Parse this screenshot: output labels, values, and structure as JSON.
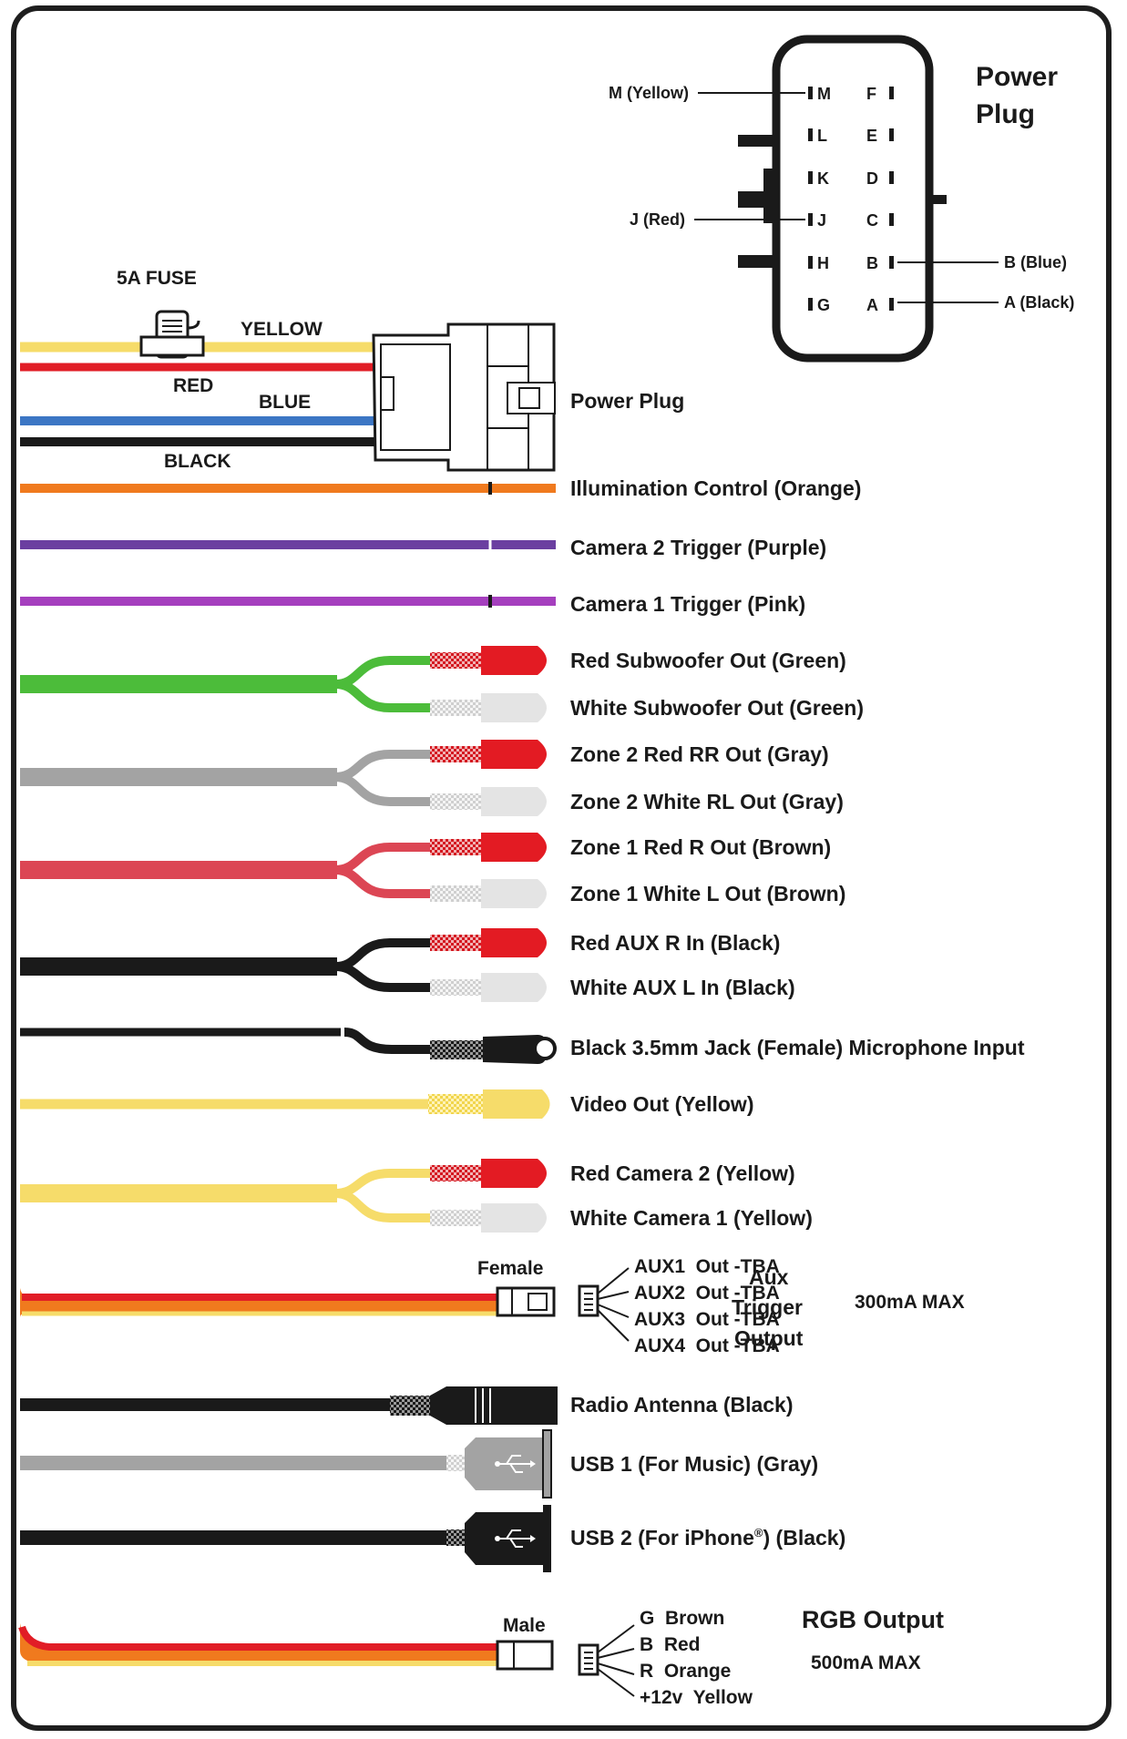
{
  "colors": {
    "yellow": "#f6dc6a",
    "red": "#e11d26",
    "blue": "#3c76c4",
    "black": "#1a1a1a",
    "orange": "#f07a1e",
    "purple": "#6b3fa0",
    "pink": "#a53fbe",
    "green": "#4cbc3a",
    "gray": "#a3a3a3",
    "brown": "#dc4654",
    "rca_red": "#e31b23",
    "rca_white": "#e4e4e4"
  },
  "power_plug_diagram": {
    "title_line1": "Power",
    "title_line2": "Plug",
    "left_pins": [
      "M",
      "L",
      "K",
      "J",
      "H",
      "G"
    ],
    "right_pins": [
      "F",
      "E",
      "D",
      "C",
      "B",
      "A"
    ],
    "callout_m": "M (Yellow)",
    "callout_j": "J (Red)",
    "callout_b": "B (Blue)",
    "callout_a": "A (Black)"
  },
  "harness": {
    "fuse_label": "5A FUSE",
    "wire_yellow": "YELLOW",
    "wire_red": "RED",
    "wire_blue": "BLUE",
    "wire_black": "BLACK",
    "plug_label": "Power Plug"
  },
  "wires": [
    "Illumination Control (Orange)",
    "Camera 2 Trigger (Purple)",
    "Camera 1 Trigger (Pink)"
  ],
  "rca_pairs": [
    {
      "red": "Red Subwoofer Out (Green)",
      "white": "White Subwoofer Out (Green)"
    },
    {
      "red": "Zone 2 Red RR Out (Gray)",
      "white": "Zone 2 White RL Out (Gray)"
    },
    {
      "red": "Zone 1 Red R Out (Brown)",
      "white": "Zone 1 White L Out (Brown)"
    },
    {
      "red": "Red AUX R In (Black)",
      "white": "White AUX L In (Black)"
    }
  ],
  "mic_label": "Black 3.5mm Jack (Female) Microphone Input",
  "video_out_label": "Video Out (Yellow)",
  "camera_pair": {
    "red": "Red Camera 2 (Yellow)",
    "white": "White Camera 1 (Yellow)"
  },
  "aux_trigger": {
    "connector_label": "Female",
    "lines": [
      "AUX1  Out -TBA",
      "AUX2  Out -TBA",
      "AUX3  Out -TBA",
      "AUX4  Out -TBA"
    ],
    "title_line1": "Aux",
    "title_line2": "Trigger",
    "title_line3": "Output",
    "rating": "300mA MAX"
  },
  "antenna_label": "Radio Antenna (Black)",
  "usb1_label": "USB 1 (For Music) (Gray)",
  "usb2_label": "USB 2 (For iPhone",
  "usb2_mark": "®",
  "usb2_suffix": ") (Black)",
  "rgb": {
    "connector_label": "Male",
    "lines": [
      "G  Brown",
      "B  Red",
      "R  Orange",
      "+12v  Yellow"
    ],
    "title": "RGB Output",
    "rating": "500mA MAX"
  }
}
